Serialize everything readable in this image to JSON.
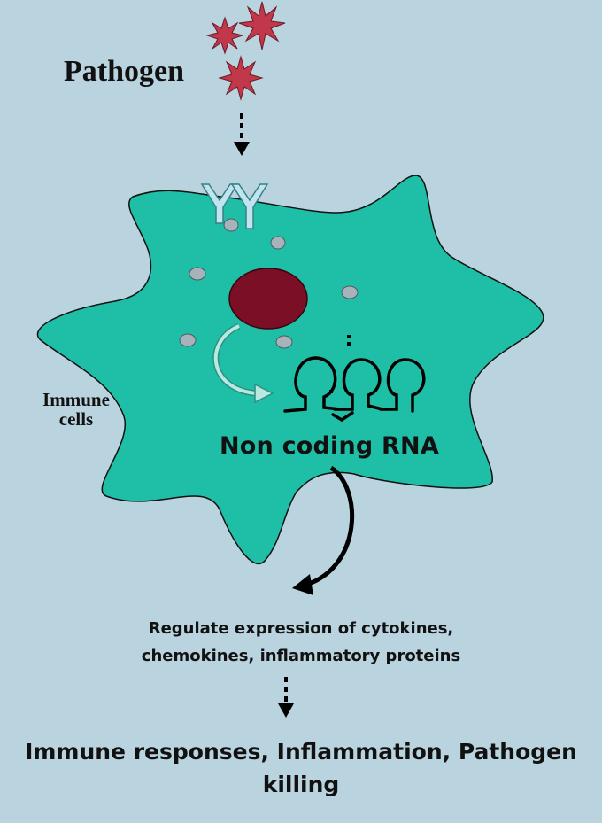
{
  "labels": {
    "pathogen": "Pathogen",
    "immune_cells_line1": "Immune",
    "immune_cells_line2": "cells",
    "non_coding_rna": "Non coding RNA",
    "regulate_line1": "Regulate expression of cytokines,",
    "regulate_line2": "chemokines, inflammatory proteins",
    "outcome_line1": "Immune responses, Inflammation, Pathogen",
    "outcome_line2": "killing"
  },
  "colors": {
    "background": "#b9d3df",
    "cell_fill": "#1fbfa7",
    "nucleus": "#7a0f25",
    "pathogen": "#c0384a",
    "receptor": "#bfe5ef",
    "vesicle": "#a7b3ba",
    "rna_strand": "#000000"
  }
}
